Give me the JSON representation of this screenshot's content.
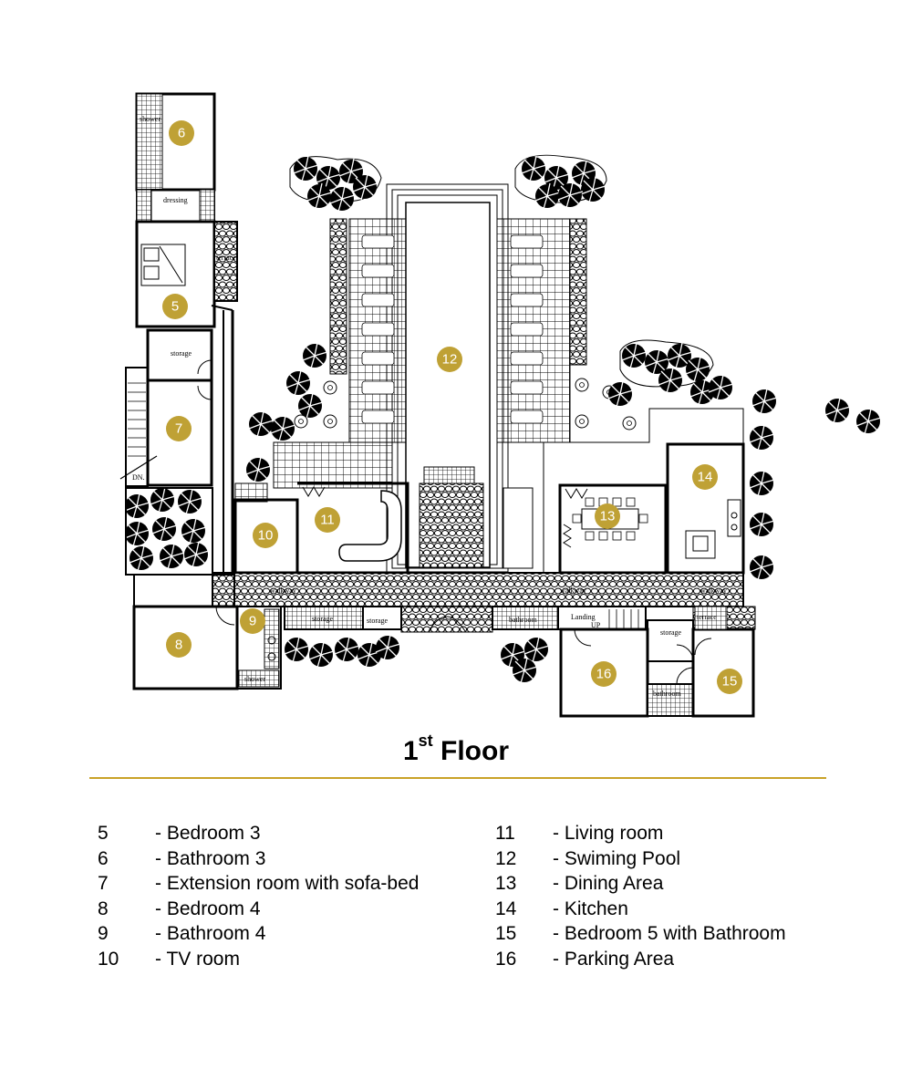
{
  "floor_title": {
    "number": "1",
    "suffix": "st",
    "word": "Floor"
  },
  "colors": {
    "accent": "#c9a227",
    "badge": "#bfa135",
    "ink": "#000000"
  },
  "room_badges": [
    "5",
    "6",
    "7",
    "8",
    "9",
    "10",
    "11",
    "12",
    "13",
    "14",
    "15",
    "16"
  ],
  "plan_labels": {
    "shower_top": "shower",
    "dressing": "dressing",
    "terrace_left": "terrace",
    "storage_a": "storage",
    "dn": "DN.",
    "walkway_1": "walkway",
    "walkway_2": "walkway",
    "walkway_3": "walkway",
    "storage_b": "storage",
    "storage_c": "storage",
    "bathroom_a": "bathroom",
    "landing": "Landing",
    "up": "UP",
    "storage_d": "storage",
    "terrace_right": "terrace",
    "bathroom_b": "bathroom",
    "shower_bottom": "shower"
  },
  "legend": {
    "left": [
      {
        "num": "5",
        "text": "-  Bedroom 3"
      },
      {
        "num": "6",
        "text": "-  Bathroom 3"
      },
      {
        "num": "7",
        "text": "-  Extension room with sofa-bed"
      },
      {
        "num": "8",
        "text": "-  Bedroom 4"
      },
      {
        "num": "9",
        "text": "-  Bathroom 4"
      },
      {
        "num": "10",
        "text": "- TV room"
      }
    ],
    "right": [
      {
        "num": "11",
        "text": "-  Living room"
      },
      {
        "num": "12",
        "text": "-  Swiming Pool"
      },
      {
        "num": "13",
        "text": "-  Dining Area"
      },
      {
        "num": "14",
        "text": "-  Kitchen"
      },
      {
        "num": "15",
        "text": "-  Bedroom 5 with Bathroom"
      },
      {
        "num": "16",
        "text": "-  Parking Area"
      }
    ]
  }
}
